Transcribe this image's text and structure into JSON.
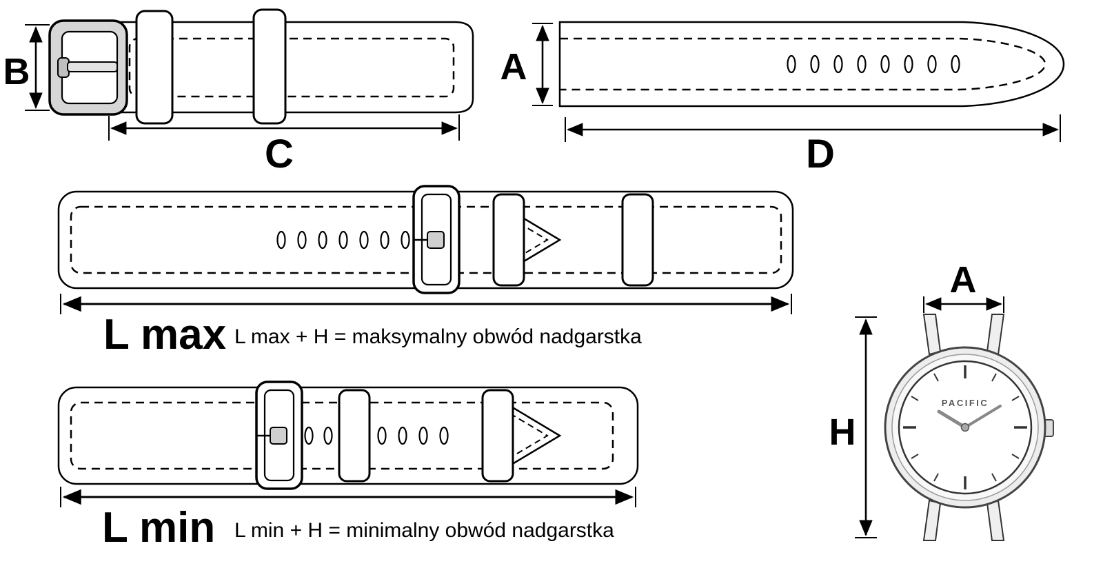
{
  "diagram": {
    "buckle_piece": {
      "dim_height": "B",
      "dim_length": "C"
    },
    "holes_piece": {
      "dim_height": "A",
      "dim_length": "D"
    },
    "l_max": {
      "label": "L max",
      "caption": "L max + H  =  maksymalny obwód nadgarstka"
    },
    "l_min": {
      "label": "L min",
      "caption": "L min + H  =  minimalny obwód nadgarstka"
    },
    "watch": {
      "dim_lug": "A",
      "dim_height": "H",
      "brand": "PACIFIC"
    }
  }
}
